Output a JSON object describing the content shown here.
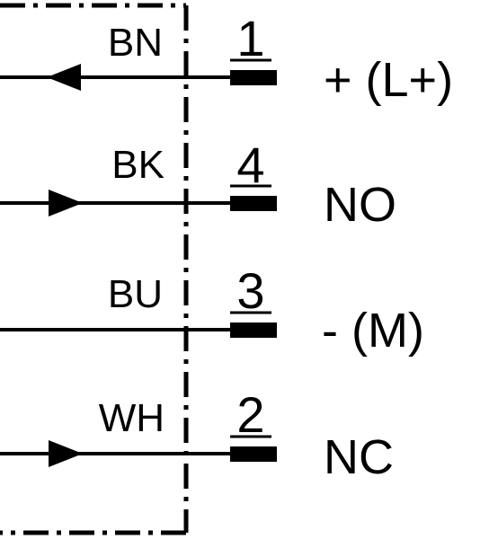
{
  "colors": {
    "ink": "#000000",
    "background": "#ffffff"
  },
  "wires": [
    {
      "color_code": "BN",
      "pin": "1",
      "signal": "+ (L+)",
      "arrow": "left-pointing-arrow-icon"
    },
    {
      "color_code": "BK",
      "pin": "4",
      "signal": "NO",
      "arrow": "right-pointing-arrow-icon"
    },
    {
      "color_code": "BU",
      "pin": "3",
      "signal": "- (M)",
      "arrow": "none"
    },
    {
      "color_code": "WH",
      "pin": "2",
      "signal": "NC",
      "arrow": "right-pointing-arrow-icon"
    }
  ]
}
